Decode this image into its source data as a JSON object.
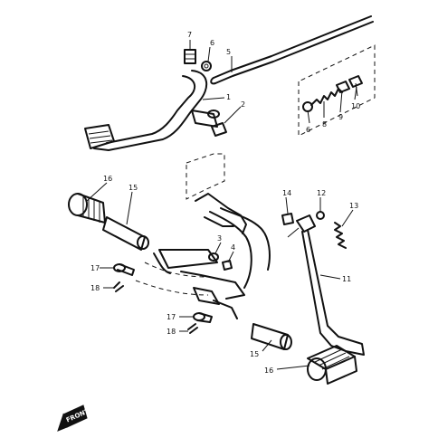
{
  "diagram": {
    "callouts": [
      "7",
      "6",
      "5",
      "1",
      "2",
      "6",
      "8",
      "9",
      "10",
      "16",
      "15",
      "14",
      "12",
      "13",
      "3",
      "4",
      "17",
      "18",
      "11",
      "17",
      "18",
      "15",
      "16"
    ],
    "front_marker": "FRONT"
  }
}
